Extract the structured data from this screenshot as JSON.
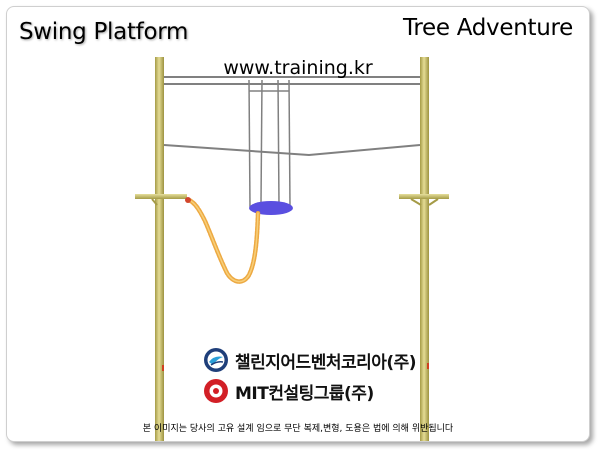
{
  "header": {
    "title_left": "Swing Platform",
    "title_right": "Tree Adventure",
    "website": "www.training.kr"
  },
  "logos": [
    {
      "name": "챌린지어드벤처코리아(주)",
      "icon": "challenge-adventure-logo-icon",
      "color": "#1f3f7a"
    },
    {
      "name": "MIT컨설팅그룹(주)",
      "icon": "mit-consulting-logo-icon",
      "color": "#d21f26"
    }
  ],
  "footer": {
    "notice": "본 이미지는 당사의 고유 설계 임으로 무단 복제,변형, 도용은 법에 의해 위반됩니다"
  },
  "colors": {
    "pole": "#c9c272",
    "cable": "#808080",
    "platform": "#5a4fe0",
    "rope": "#e8a23a"
  }
}
